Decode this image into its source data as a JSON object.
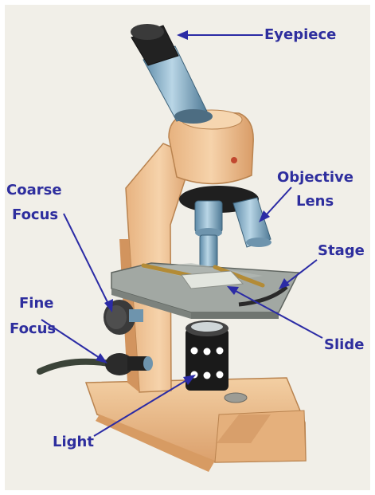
{
  "colors": {
    "label": "#2e2e9e",
    "leader": "#2b2ba5",
    "body": "#f1c99a",
    "metal": "#7fa9c4",
    "stage": "#8e958f",
    "dark": "#1c1c1c",
    "background": "#f1efe8"
  },
  "labels": {
    "eyepiece": "Eyepiece",
    "objective": "Objective",
    "lens": "Lens",
    "coarse": "Coarse",
    "focus_coarse": "Focus",
    "stage": "Stage",
    "fine": "Fine",
    "focus_fine": "Focus",
    "slide": "Slide",
    "light": "Light"
  }
}
